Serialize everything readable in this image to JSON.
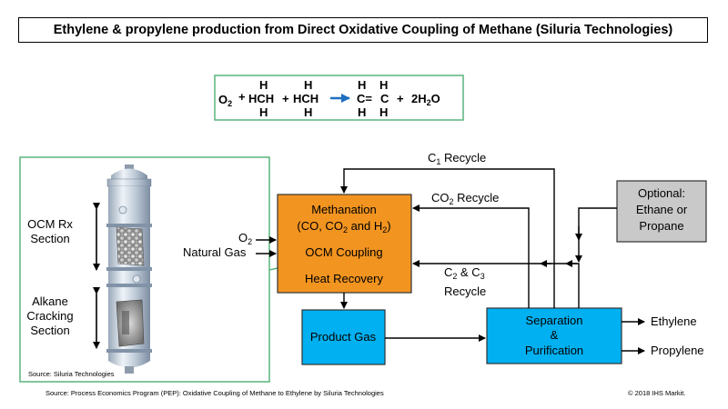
{
  "title": "Ethylene & propylene production from Direct Oxidative Coupling of Methane (Siluria Technologies)",
  "equation": {
    "o2": "O",
    "o2_sub": "2",
    "plus1": "+",
    "h": "H",
    "hch": "HCH",
    "plus2": "+",
    "product_mid_left": "C=",
    "product_mid_right": "C",
    "plus3": "+",
    "water_prefix": "2H",
    "water_sub": "2",
    "water_suffix": "O"
  },
  "reactor": {
    "ocm_label_line1": "OCM Rx",
    "ocm_label_line2": "Section",
    "alkane_label_line1": "Alkane",
    "alkane_label_line2": "Cracking",
    "alkane_label_line3": "Section",
    "source": "Source: Siluria Technologies"
  },
  "inputs": {
    "o2_prefix": "O",
    "o2_sub": "2",
    "natural_gas": "Natural Gas"
  },
  "methanation_box": {
    "line1": "Methanation",
    "line2_prefix": "(CO, CO",
    "line2_sub": "2",
    "line2_mid": " and H",
    "line2_sub2": "2",
    "line2_suffix": ")",
    "line3": "OCM Coupling",
    "line4": "Heat Recovery"
  },
  "product_gas": "Product Gas",
  "separation": {
    "line1": "Separation",
    "line2": "&",
    "line3": "Purification"
  },
  "optional": {
    "line1": "Optional:",
    "line2": "Ethane or",
    "line3": "Propane"
  },
  "recycles": {
    "c1_prefix": "C",
    "c1_sub": "1",
    "c1_suffix": " Recycle",
    "co2_prefix": "CO",
    "co2_sub": "2",
    "co2_suffix": " Recycle",
    "c23_prefix": "C",
    "c23_sub": "2",
    "c23_mid": " & C",
    "c23_sub2": "3",
    "c23_line2": "Recycle"
  },
  "outputs": {
    "ethylene": "Ethylene",
    "propylene": "Propylene"
  },
  "source_bottom": "Source: Process Economics Program (PEP): Oxidative Coupling of Methane to Ethylene by Siluria Technologies",
  "copyright": "© 2018 IHS Markit.",
  "colors": {
    "orange": "#F29420",
    "blue": "#00B0F0",
    "gray": "#C9C9C9",
    "green_border": "#58B47C",
    "arrow_blue": "#1F6FBF"
  }
}
